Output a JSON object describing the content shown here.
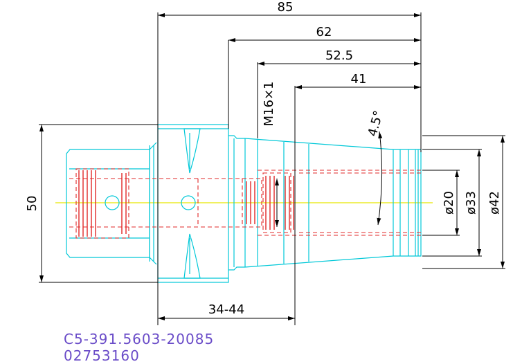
{
  "dimensions": {
    "len_85": "85",
    "len_62": "62",
    "len_52_5": "52.5",
    "len_41": "41",
    "thread": "M16×1",
    "angle": "4.5°",
    "height_50": "50",
    "dia_20": "ø20",
    "dia_33": "ø33",
    "dia_42": "ø42",
    "range_34_44": "34-44"
  },
  "part_number": "C5-391.5603-20085",
  "article_number": "02753160",
  "colors": {
    "outline": "#00c8d8",
    "hidden": "#e02828",
    "centerline": "#e8e800",
    "dimension": "#000000",
    "part_text": "#6a4cc8"
  }
}
